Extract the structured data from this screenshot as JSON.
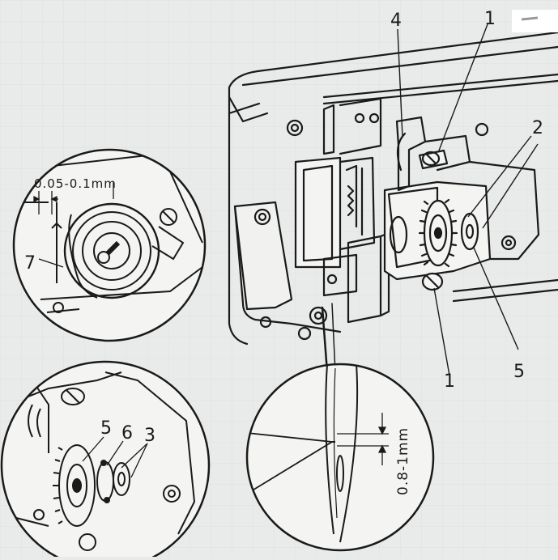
{
  "diagram": {
    "callouts": {
      "main_1_top": "1",
      "main_2": "2",
      "main_4": "4",
      "main_1_bottom": "1",
      "main_5": "5",
      "inset_left_7": "7",
      "inset_bottom_5": "5",
      "inset_bottom_6": "6",
      "inset_bottom_3": "3"
    },
    "dimensions": {
      "hook_clearance": "0.05-0.1mm",
      "needle_height": "0.8-1mm"
    },
    "colors": {
      "paper": "#e9eaea",
      "ink": "#1a1a1a",
      "panel": "#f4f4f3"
    }
  }
}
